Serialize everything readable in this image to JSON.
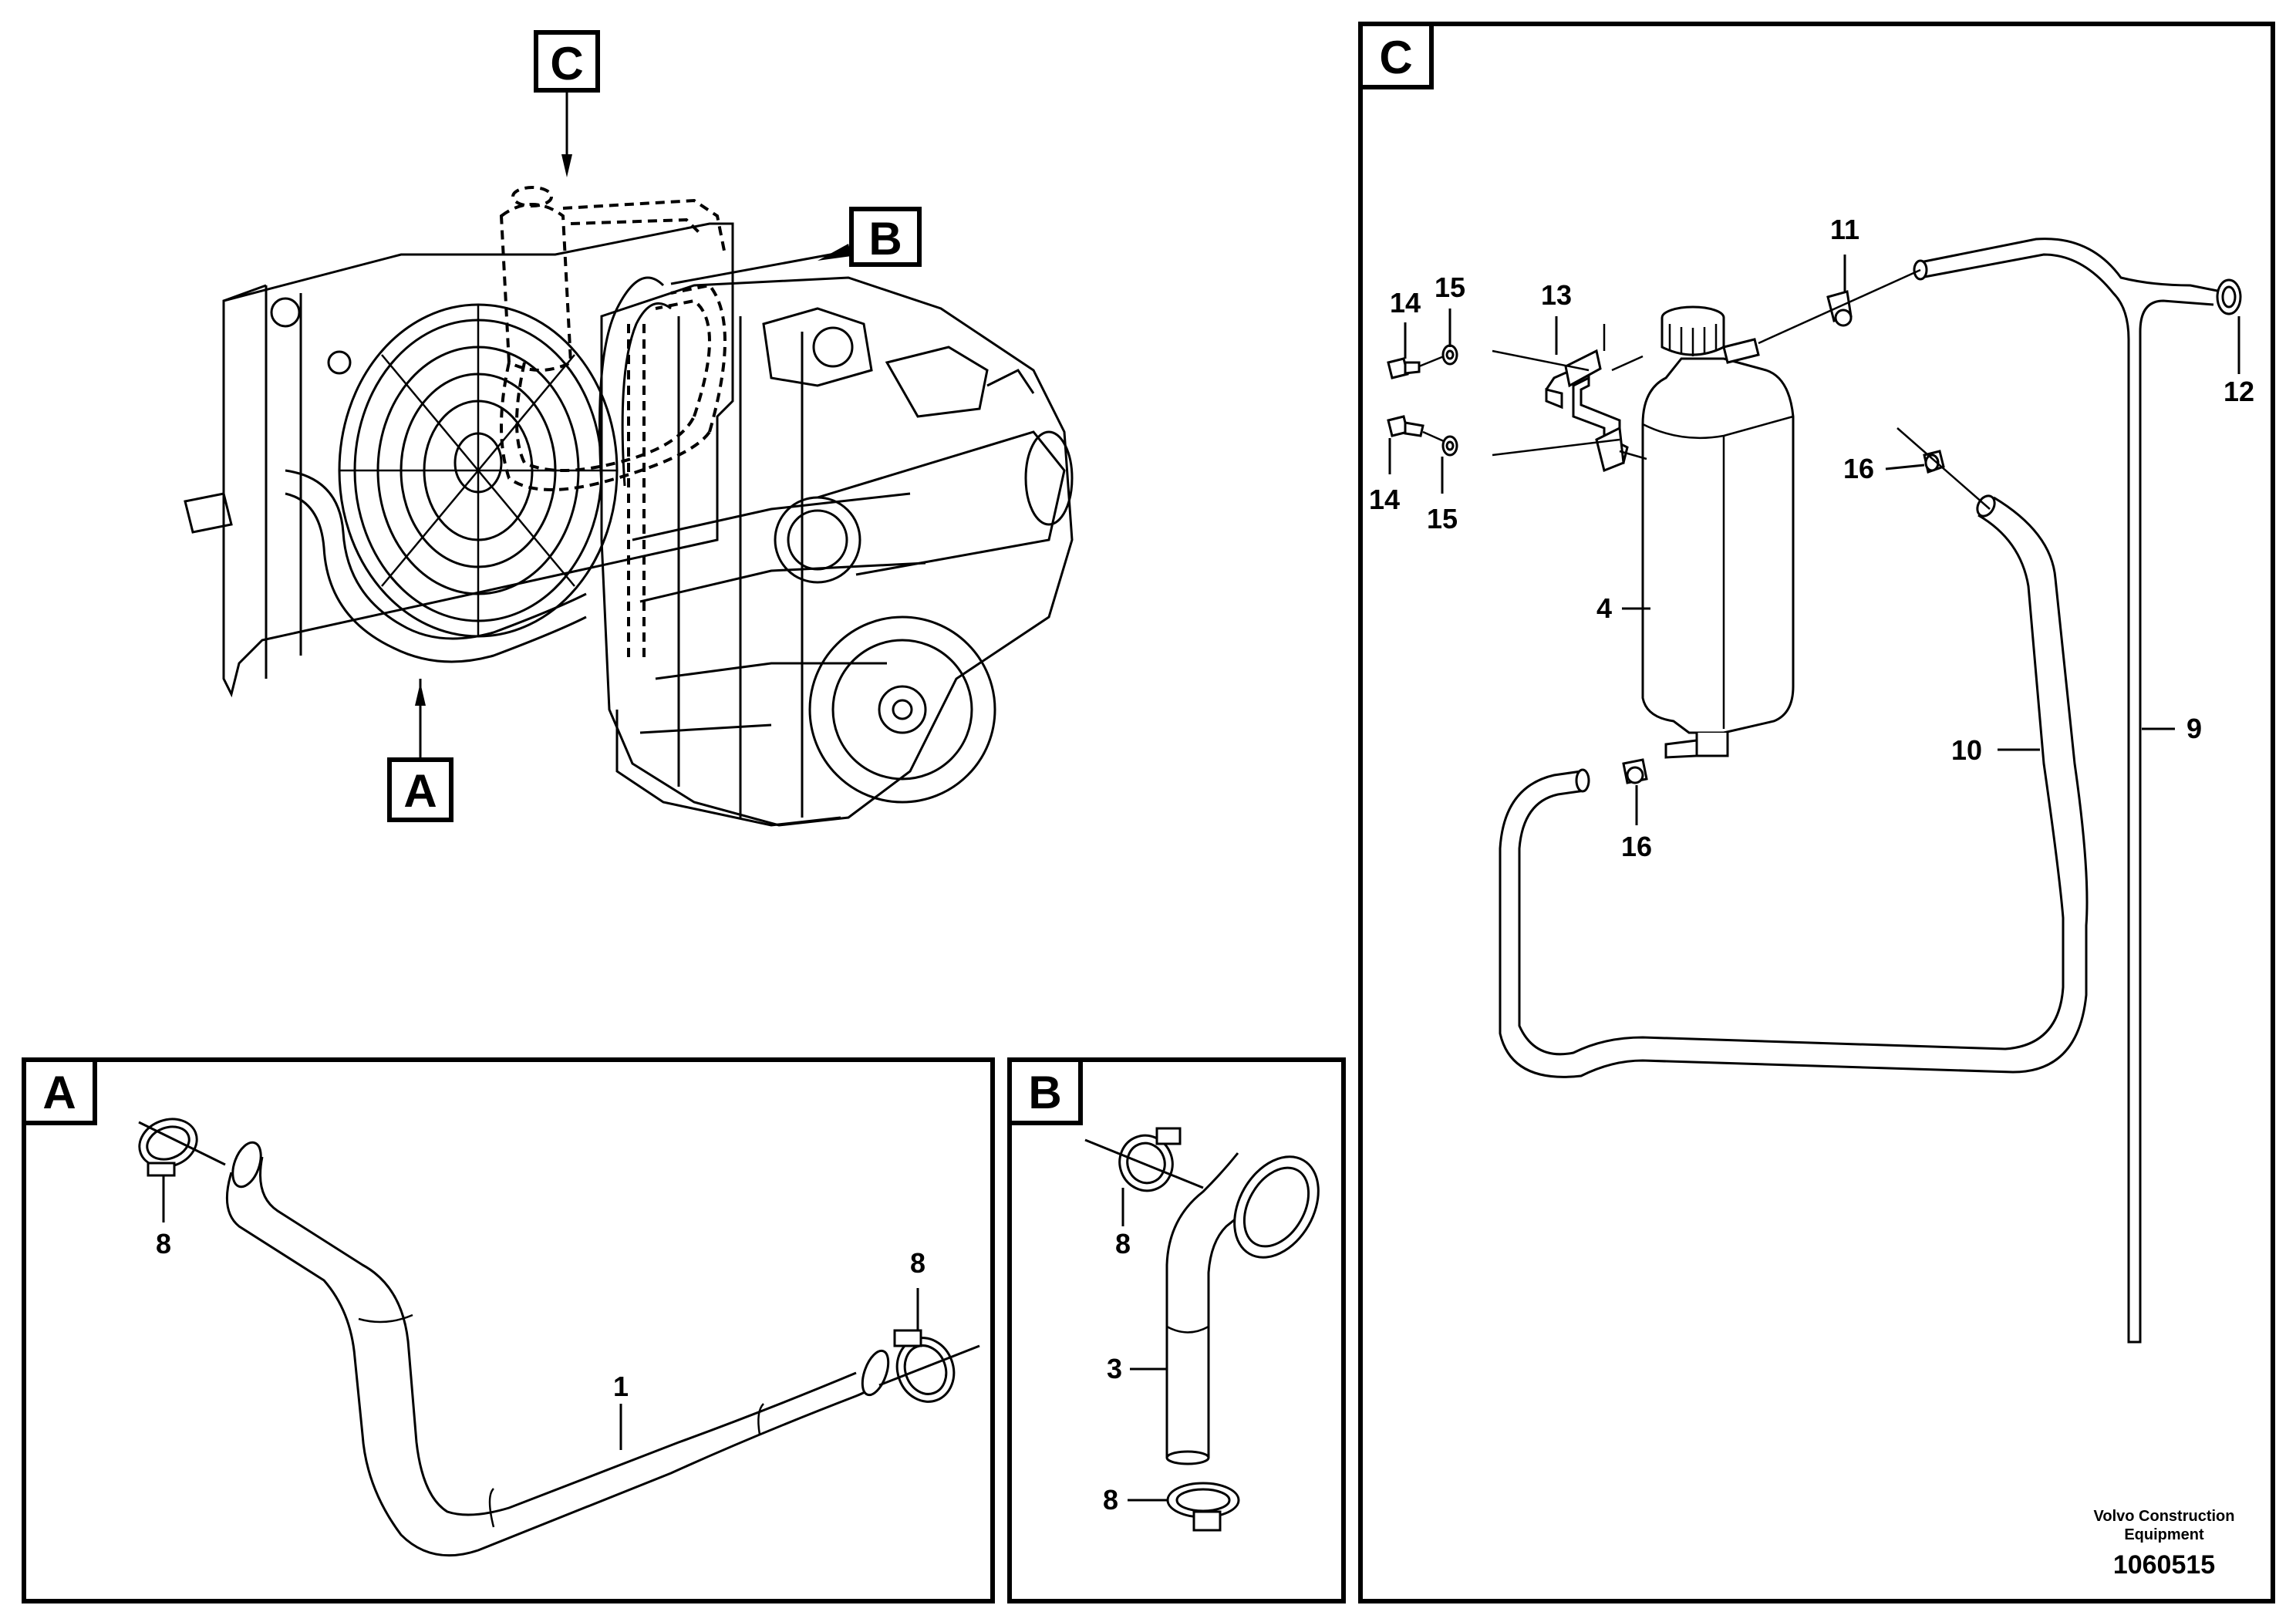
{
  "section_tags": {
    "a": "A",
    "b": "B",
    "c": "C"
  },
  "overview": {
    "tag_a": "A",
    "tag_b": "B",
    "tag_c": "C"
  },
  "panel_a": {
    "tag": "A",
    "labels": {
      "hose": "1",
      "clamp_left": "8",
      "clamp_right": "8"
    }
  },
  "panel_b": {
    "tag": "B",
    "labels": {
      "hose": "3",
      "clamp_top": "8",
      "clamp_bottom": "8"
    }
  },
  "panel_c": {
    "tag": "C",
    "labels": {
      "tank": "4",
      "pipe": "9",
      "hose": "10",
      "clip_top": "11",
      "grommet": "12",
      "bracket": "13",
      "screw_top": "14",
      "screw_bottom": "14",
      "washer_top": "15",
      "washer_bottom": "15",
      "clip_right": "16",
      "clip_bottom": "16"
    }
  },
  "footer": {
    "company_line1": "Volvo Construction",
    "company_line2": "Equipment",
    "code": "1060515"
  }
}
